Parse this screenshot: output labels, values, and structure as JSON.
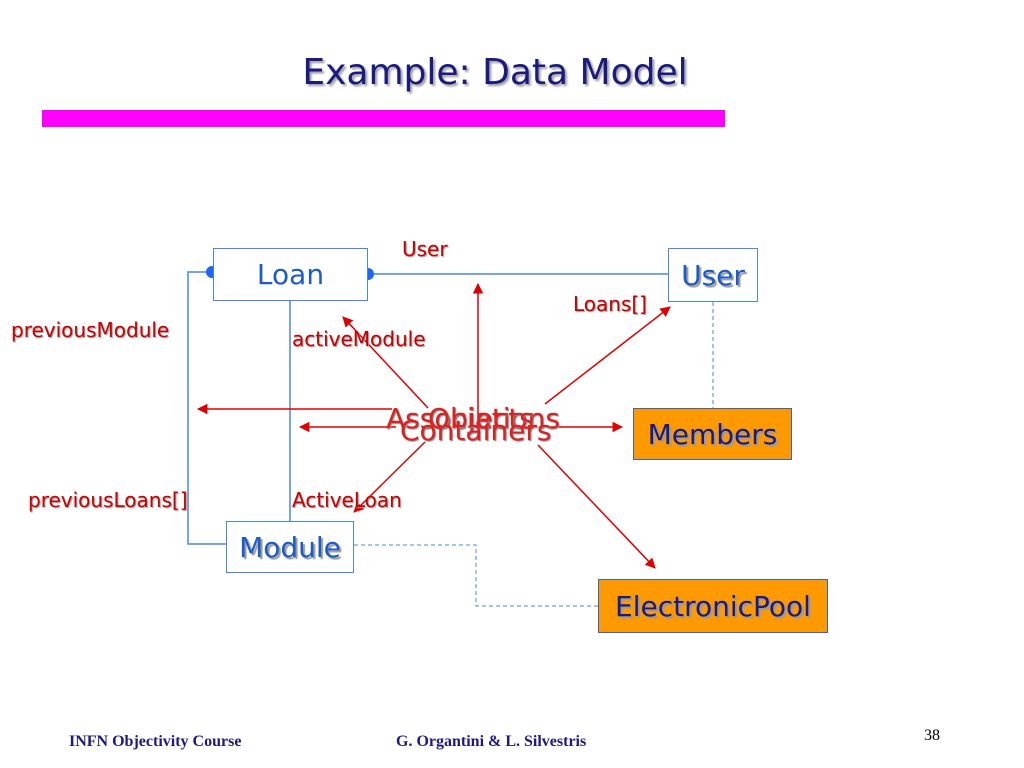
{
  "slide": {
    "title": "Example: Data Model",
    "page_number": "38"
  },
  "colors": {
    "title": "#1a1a80",
    "title_bar": "#ff00ff",
    "box_border": "#4a86e8",
    "box_text": "#1a5ccc",
    "orange_fill": "#ff9900",
    "arrow_red": "#e00000",
    "label_red": "#cc0000"
  },
  "boxes": {
    "loan": "Loan",
    "user": "User",
    "members": "Members",
    "module": "Module",
    "electronic_pool": "ElectronicPool"
  },
  "labels": {
    "user": "User",
    "loans": "Loans[]",
    "previous_module": "previousModule",
    "active_module": "activeModule",
    "previous_loans": "previousLoans[]",
    "active_loan": "ActiveLoan",
    "associations": "Associations",
    "objects": "Objects",
    "containers": "Containers"
  },
  "footer": {
    "course": "INFN Objectivity Course",
    "authors": "G. Organtini & L. Silvestris"
  }
}
